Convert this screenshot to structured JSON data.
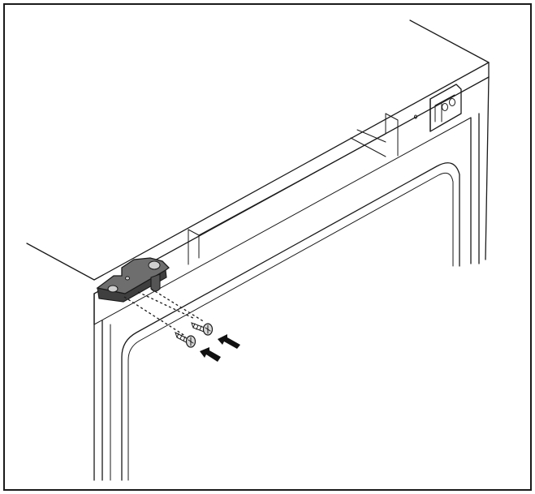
{
  "figure": {
    "type": "assembly-illustration",
    "colors": {
      "line": "#1a1a1a",
      "background": "#ffffff",
      "bracket_fill": "#6e6e6e",
      "bracket_shadow": "#3f3f3f",
      "screw_fill": "#d9d9d9",
      "arrow_fill": "#111111"
    },
    "parts": {
      "screw_count": 2,
      "arrow_count": 2
    }
  }
}
